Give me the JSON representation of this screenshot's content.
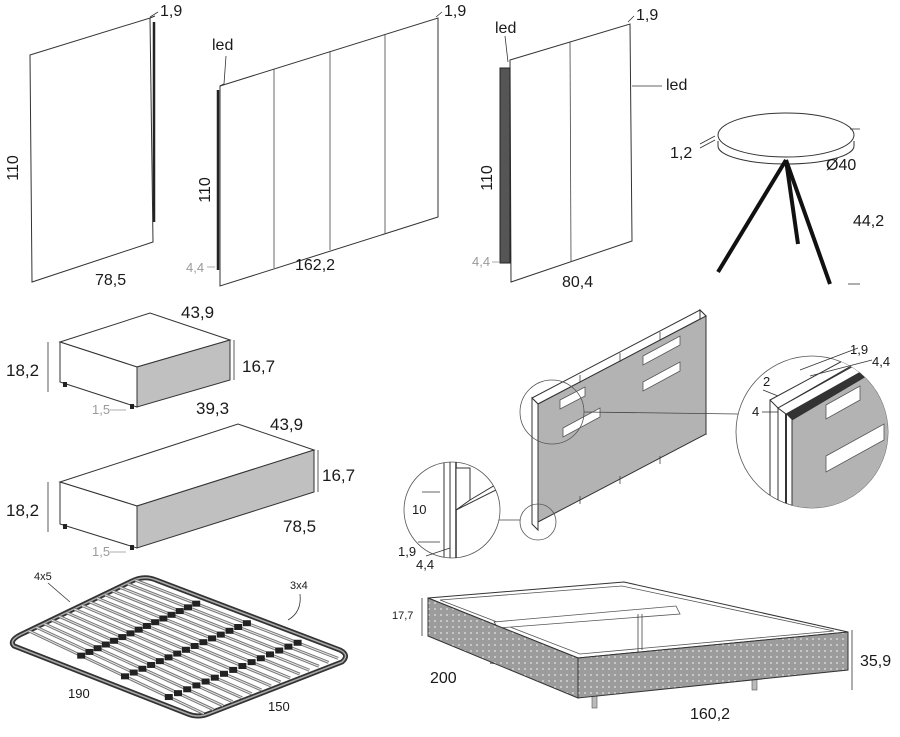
{
  "panel_single": {
    "height": "110",
    "width": "78,5",
    "thickness": "1,9"
  },
  "panel_quad": {
    "led": "led",
    "height": "110",
    "width": "162,2",
    "thickness": "1,9",
    "depth": "4,4"
  },
  "panel_double": {
    "led_top": "led",
    "led_side": "led",
    "height": "110",
    "width": "80,4",
    "thickness": "1,9",
    "depth": "4,4"
  },
  "table": {
    "top_thickness": "1,2",
    "diameter": "Ø40",
    "height": "44,2"
  },
  "drawer_small": {
    "depth": "43,9",
    "height_left": "18,2",
    "height_front": "16,7",
    "width": "39,3",
    "foot": "1,5"
  },
  "drawer_large": {
    "depth": "43,9",
    "height_left": "18,2",
    "height_front": "16,7",
    "width": "78,5",
    "foot": "1,5"
  },
  "headboard": {
    "detail_top": {
      "a": "1,9",
      "b": "4,4",
      "c": "2",
      "d": "4"
    },
    "detail_bottom": {
      "a": "10",
      "b": "1,9",
      "c": "4,4"
    }
  },
  "slat_base": {
    "slat_a": "4x5",
    "slat_b": "3x4",
    "length": "190",
    "width": "150"
  },
  "bed_frame": {
    "side": "17,7",
    "length": "200",
    "width": "160,2",
    "height": "35,9"
  },
  "colors": {
    "panel_grey": "#b3b3b3",
    "dark": "#333333",
    "dim_grey": "#9a9a9a"
  }
}
